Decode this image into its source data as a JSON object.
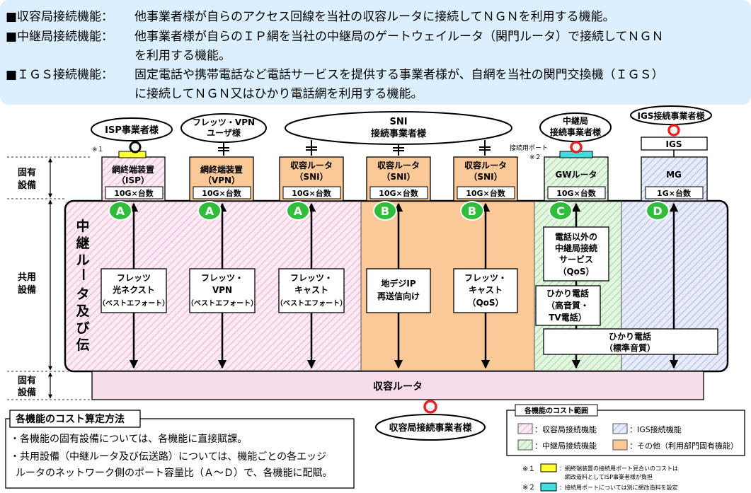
{
  "header": {
    "lines": [
      {
        "label": "■収容局接続機能：",
        "text": "他事業者様が自らのアクセス回線を当社の収容ルータに接続してＮＧＮを利用する機能。"
      },
      {
        "label": "■中継局接続機能：",
        "text": "他事業者様が自らのＩＰ網を当社の中継局のゲートウェイルータ（関門ルータ）で接続してＮＧＮ"
      },
      {
        "label": "",
        "text": "を利用する機能。"
      },
      {
        "label": "■ＩＧＳ接続機能：",
        "text": "固定電話や携帯電話など電話サービスを提供する事業者様が、自網を当社の関門交換機（ＩＧＳ）"
      },
      {
        "label": "",
        "text": "に接続してＮＧＮ又はひかり電話網を利用する機能。"
      }
    ]
  },
  "diagram": {
    "external": {
      "isp": "ISP事業者様",
      "vpn": [
        "フレッツ・VPN",
        "ユーザ様"
      ],
      "sni": [
        "SNI",
        "接続事業者様"
      ],
      "relay": [
        "中継局",
        "接続事業者様"
      ],
      "igs_carrier": "IGS接続事業者様",
      "access_carrier": "収容局接続事業者様"
    },
    "side_labels": {
      "dedicated_top": [
        "固有",
        "設備"
      ],
      "shared": [
        "共用",
        "設備"
      ],
      "dedicated_bottom": [
        "固有",
        "設備"
      ]
    },
    "vertical_title": [
      "中",
      "継",
      "ル",
      "ー",
      "タ",
      "及",
      "び",
      "伝",
      "送",
      "路"
    ],
    "notes": {
      "mark1": "※１",
      "port": "接続用ポート",
      "mark2": "※２"
    },
    "devices": [
      {
        "name": [
          "網終端装置",
          "（ISP）"
        ],
        "cap": "10G×台数"
      },
      {
        "name": [
          "網終端装置",
          "（VPN）"
        ],
        "cap": "10G×台数"
      },
      {
        "name": [
          "収容ルータ",
          "（SNI）"
        ],
        "cap": "10G×台数"
      },
      {
        "name": [
          "収容ルータ",
          "（SNI）"
        ],
        "cap": "10G×台数"
      },
      {
        "name": [
          "収容ルータ",
          "（SNI）"
        ],
        "cap": "10G×台数"
      },
      {
        "name": [
          "GWルータ"
        ],
        "cap": "10G×台数"
      },
      {
        "name": [
          "MG"
        ],
        "cap": "1G×台数"
      }
    ],
    "igs_box": "IGS",
    "badges": [
      "A",
      "A",
      "A",
      "B",
      "B",
      "C",
      "D"
    ],
    "services": [
      [
        "フレッツ",
        "光ネクスト",
        "（ベストエフォート）"
      ],
      [
        "フレッツ・",
        "VPN",
        "（ベストエフォート）"
      ],
      [
        "フレッツ・",
        "キャスト",
        "（ベストエフォート）"
      ],
      [
        "地デジIP",
        "再送信向け"
      ],
      [
        "フレッツ・",
        "キャスト",
        "（QoS）"
      ],
      [
        "電話以外の",
        "中継局接続",
        "サービス",
        "（QoS）"
      ],
      [
        "ひかり電話",
        "（高音質・",
        "TV電話）"
      ],
      [
        "ひかり電話",
        "（標準音質）"
      ]
    ],
    "bottom_router": "収容ルータ"
  },
  "cost_method": {
    "title": "各機能のコスト算定方法",
    "items": [
      [
        "・各機能の固有設備については、各機能に直接賦課。"
      ],
      [
        "・共用設備（中継ルータ及び伝送路）については、機能ごとの各エッジ",
        "ルータのネットワーク側のポート容量比（Ａ～Ｄ）で、各機能に配賦。"
      ]
    ]
  },
  "legend": {
    "title": "各機能のコスト範囲",
    "items": [
      "：収容局接続機能",
      "：IGS接続機能",
      "：中継局接続機能",
      "：その他（利用部門固有機能）"
    ]
  },
  "footnotes": [
    {
      "mark": "※１",
      "lines": [
        "：網終端装置の接続用ポート見合いのコストは",
        "網改造料としてISP事業者様が負担"
      ]
    },
    {
      "mark": "※２",
      "lines": [
        "：接続用ポートについては別に網改造料を設定"
      ]
    }
  ],
  "colors": {
    "header_bg": "#dcefff",
    "pink": "#f3c9e2",
    "orange": "#fbc898",
    "green": "#7fd07f",
    "blue": "#aab6e8",
    "badge": "#2fbd3b",
    "ring": "#f02020",
    "yellow": "#ffff33",
    "cyan": "#44dddd",
    "bottom_bar": "#f6dcea"
  }
}
